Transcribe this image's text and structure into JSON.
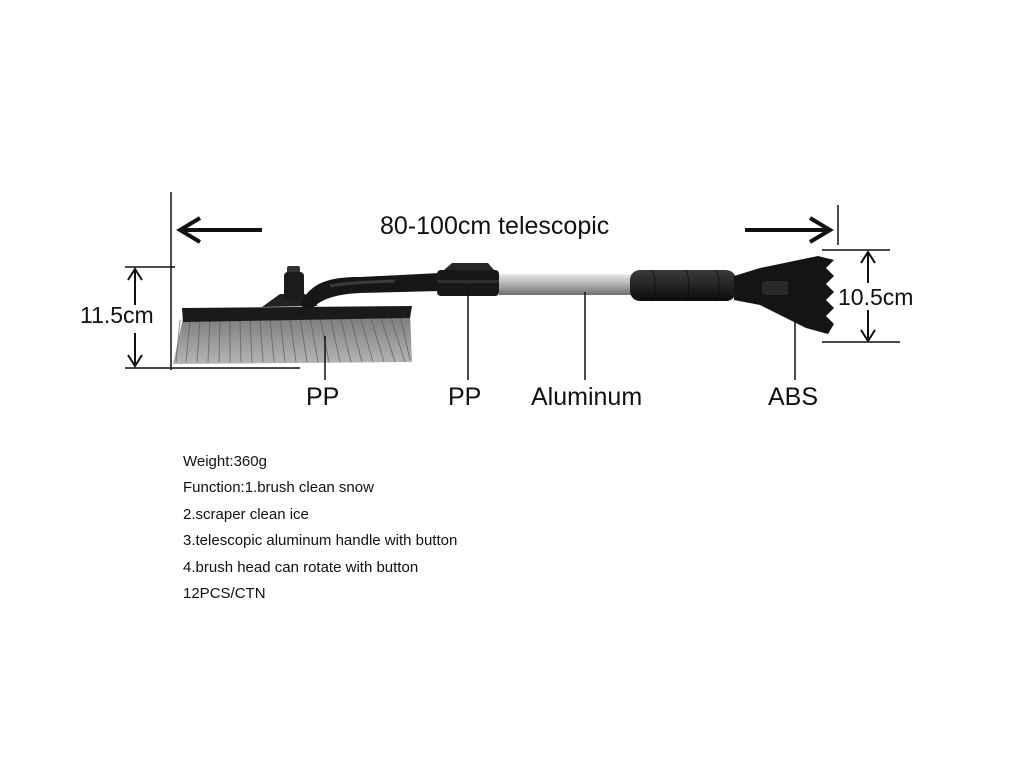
{
  "dimensions": {
    "length": "80-100cm telescopic",
    "brush_height": "11.5cm",
    "scraper_height": "10.5cm"
  },
  "materials": [
    "PP",
    "PP",
    "Aluminum",
    "ABS"
  ],
  "specs": [
    "Weight:360g",
    "Function:1.brush clean snow",
    "2.scraper clean ice",
    "3.telescopic aluminum handle with button",
    "4.brush head can rotate with button",
    "12PCS/CTN"
  ],
  "colors": {
    "plastic": "#161616",
    "bristles": "#8e8e8e",
    "aluminum": "#b9b9b9",
    "lines": "#111111"
  }
}
